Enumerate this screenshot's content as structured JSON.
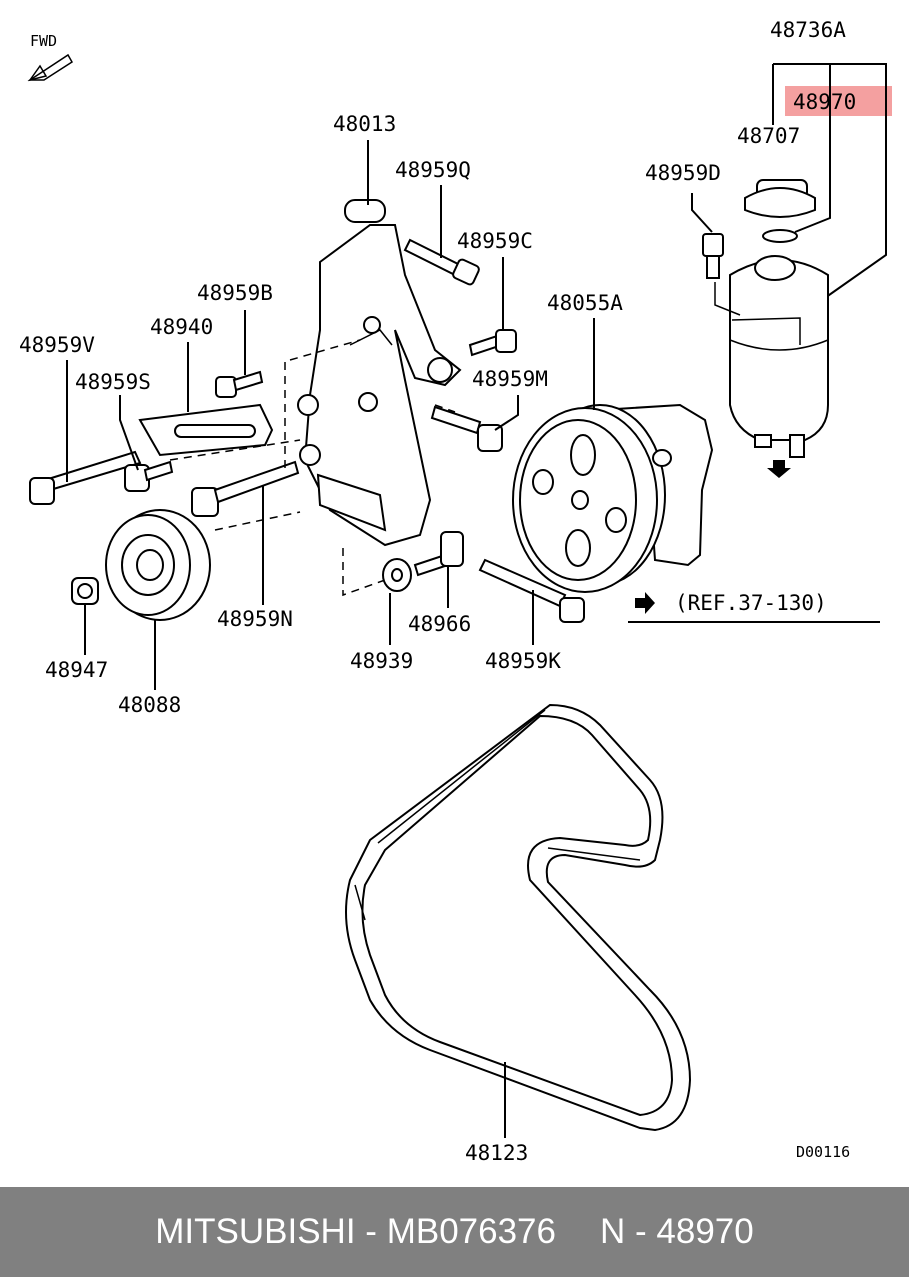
{
  "diagram": {
    "fwd_label": "FWD",
    "drawing_code": "D00116",
    "ref_note": "(REF.37-130)",
    "highlight_color": "#f4a0a0",
    "parts": {
      "p48736A": "48736A",
      "p48970": "48970",
      "p48707": "48707",
      "p48959D": "48959D",
      "p48013": "48013",
      "p48959Q": "48959Q",
      "p48959C": "48959C",
      "p48959B": "48959B",
      "p48940": "48940",
      "p48959V": "48959V",
      "p48959S": "48959S",
      "p48055A": "48055A",
      "p48959M": "48959M",
      "p48959N": "48959N",
      "p48966": "48966",
      "p48947": "48947",
      "p48939": "48939",
      "p48959K": "48959K",
      "p48088": "48088",
      "p48123": "48123"
    }
  },
  "footer": {
    "brand": "MITSUBISHI",
    "separator": "-",
    "part_number": "MB076376",
    "ref_prefix": "N",
    "ref_separator": "-",
    "ref_number": "48970",
    "background_color": "#808080"
  }
}
